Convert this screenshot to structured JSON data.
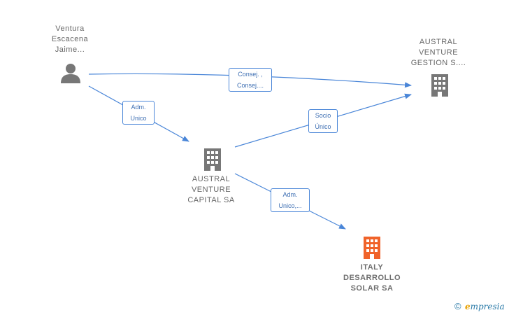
{
  "nodes": {
    "person": {
      "label": "Ventura\nEscacena\nJaime...",
      "type": "person"
    },
    "austral_gestion": {
      "label": "AUSTRAL\nVENTURE\nGESTION S....",
      "type": "company"
    },
    "austral_capital": {
      "label": "AUSTRAL\nVENTURE\nCAPITAL SA",
      "type": "company"
    },
    "italy_desarrollo": {
      "label": "ITALY\nDESARROLLO\nSOLAR SA",
      "type": "company-highlight"
    }
  },
  "edges": {
    "person_to_gestion": {
      "label": "Consej. ,\nConsej...."
    },
    "person_to_capital": {
      "label": "Adm.\nUnico"
    },
    "capital_to_gestion": {
      "label": "Socio\nÚnico"
    },
    "capital_to_italy": {
      "label": "Adm.\nUnico,..."
    }
  },
  "colors": {
    "edge": "#4a86d8",
    "icon": "#777777",
    "highlight": "#f0632a"
  },
  "watermark": {
    "copyright": "©",
    "brand_initial": "e",
    "brand_rest": "mpresia"
  }
}
